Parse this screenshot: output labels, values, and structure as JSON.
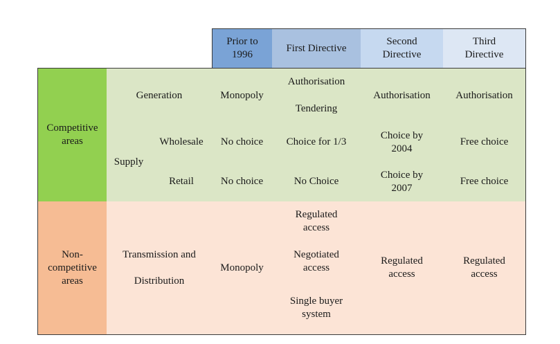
{
  "headers": {
    "prior": "Prior to\n1996",
    "first": "First Directive",
    "second": "Second\nDirective",
    "third": "Third\nDirective"
  },
  "competitive": {
    "label": "Competitive\nareas",
    "generation": {
      "label": "Generation",
      "prior": "Monopoly",
      "first_a": "Authorisation",
      "first_b": "Tendering",
      "second": "Authorisation",
      "third": "Authorisation"
    },
    "supply": {
      "label": "Supply",
      "wholesale": {
        "label": "Wholesale",
        "prior": "No choice",
        "first": "Choice for 1/3",
        "second": "Choice by\n2004",
        "third": "Free choice"
      },
      "retail": {
        "label": "Retail",
        "prior": "No choice",
        "first": "No Choice",
        "second": "Choice by\n2007",
        "third": "Free choice"
      }
    }
  },
  "non_competitive": {
    "label": "Non-\ncompetitive\nareas",
    "transmission": "Transmission and\n\nDistribution",
    "prior": "Monopoly",
    "first_a": "Regulated\naccess",
    "first_b": "Negotiated\naccess",
    "first_c": "Single buyer\nsystem",
    "second": "Regulated\naccess",
    "third": "Regulated\naccess"
  }
}
